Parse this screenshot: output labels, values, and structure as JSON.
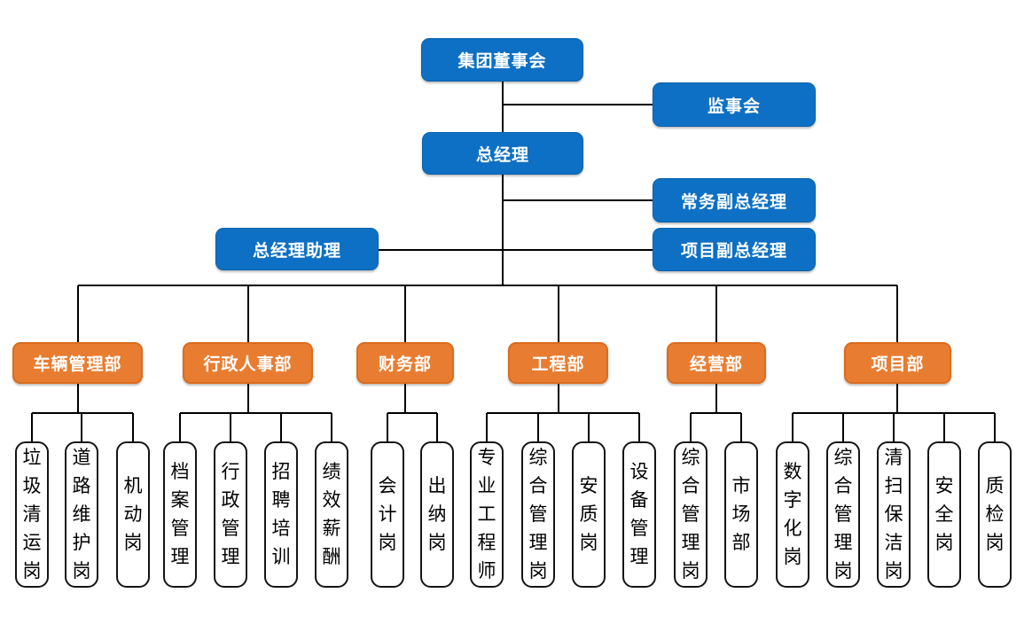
{
  "palette": {
    "blue": "#0D70C4",
    "blue_border": "#0A62AC",
    "orange": "#E87D31",
    "orange_border": "#DB6C1E",
    "leaf_bg": "#FFFFFF",
    "leaf_border": "#141414",
    "line": "#000000",
    "text_light": "#FFFFFF",
    "text_dark": "#000000",
    "bg": "#FFFFFF"
  },
  "org": {
    "executives": {
      "board": "集团董事会",
      "supervisory": "监事会",
      "gm": "总经理",
      "exec_deputy_gm": "常务副总经理",
      "gm_assistant": "总经理助理",
      "project_deputy_gm": "项目副总经理"
    },
    "departments": [
      {
        "label": "车辆管理部",
        "positions": [
          "垃圾清运岗",
          "道路维护岗",
          "机动岗"
        ]
      },
      {
        "label": "行政人事部",
        "positions": [
          "档案管理",
          "行政管理",
          "招聘培训",
          "绩效薪酬"
        ]
      },
      {
        "label": "财务部",
        "positions": [
          "会计岗",
          "出纳岗"
        ]
      },
      {
        "label": "工程部",
        "positions": [
          "专业工程师",
          "综合管理岗",
          "安质岗",
          "设备管理"
        ]
      },
      {
        "label": "经营部",
        "positions": [
          "综合管理岗",
          "市场部"
        ]
      },
      {
        "label": "项目部",
        "positions": [
          "数字化岗",
          "综合管理岗",
          "清扫保洁岗",
          "安全岗",
          "质检岗"
        ]
      }
    ]
  }
}
